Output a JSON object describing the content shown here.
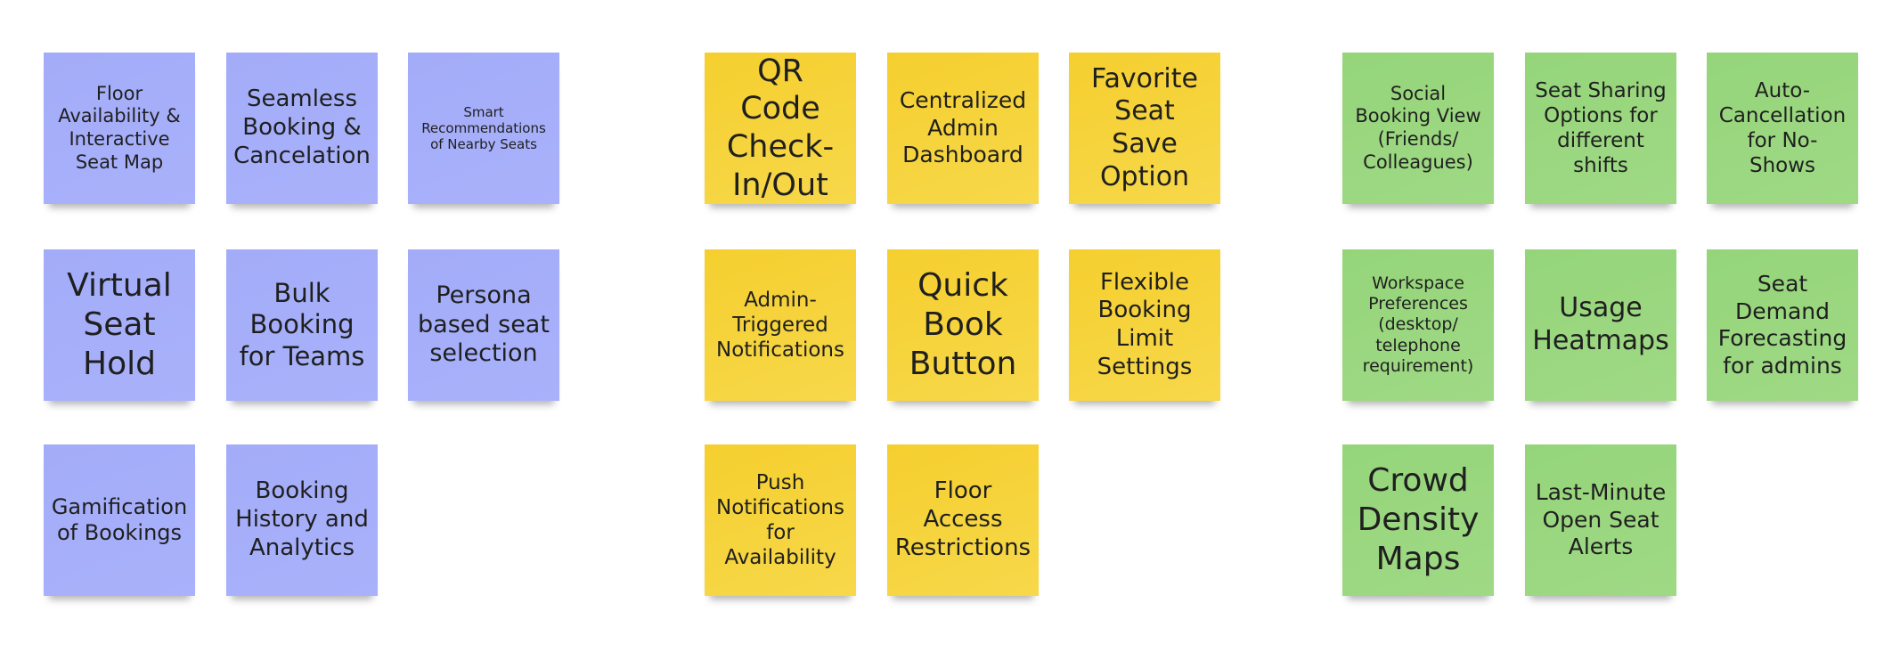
{
  "colors": {
    "blue": "#A6AEF9",
    "yellow": "#F5D13A",
    "green": "#9AD77F",
    "background": "#FFFFFF"
  },
  "groups": [
    {
      "color": "blue",
      "notes": [
        "Floor Availability & Interactive Seat Map",
        "Seamless Booking & Cancelation",
        "Smart Recommendations of Nearby Seats",
        "Virtual Seat Hold",
        "Bulk Booking for Teams",
        "Persona based seat selection",
        "Gamification of Bookings",
        "Booking History and Analytics"
      ]
    },
    {
      "color": "yellow",
      "notes": [
        "QR Code Check-In/Out",
        "Centralized Admin Dashboard",
        "Favorite Seat Save Option",
        "Admin-Triggered Notifications",
        "Quick Book Button",
        "Flexible Booking Limit Settings",
        "Push Notifications for Availability",
        "Floor Access Restrictions"
      ]
    },
    {
      "color": "green",
      "notes": [
        "Social Booking View (Friends/ Colleagues)",
        "Seat Sharing Options for different shifts",
        "Auto-Cancellation for No-Shows",
        "Workspace Preferences (desktop/ telephone requirement)",
        "Usage Heatmaps",
        "Seat Demand Forecasting for admins",
        "Crowd Density Maps",
        "Last-Minute Open Seat Alerts"
      ]
    }
  ]
}
